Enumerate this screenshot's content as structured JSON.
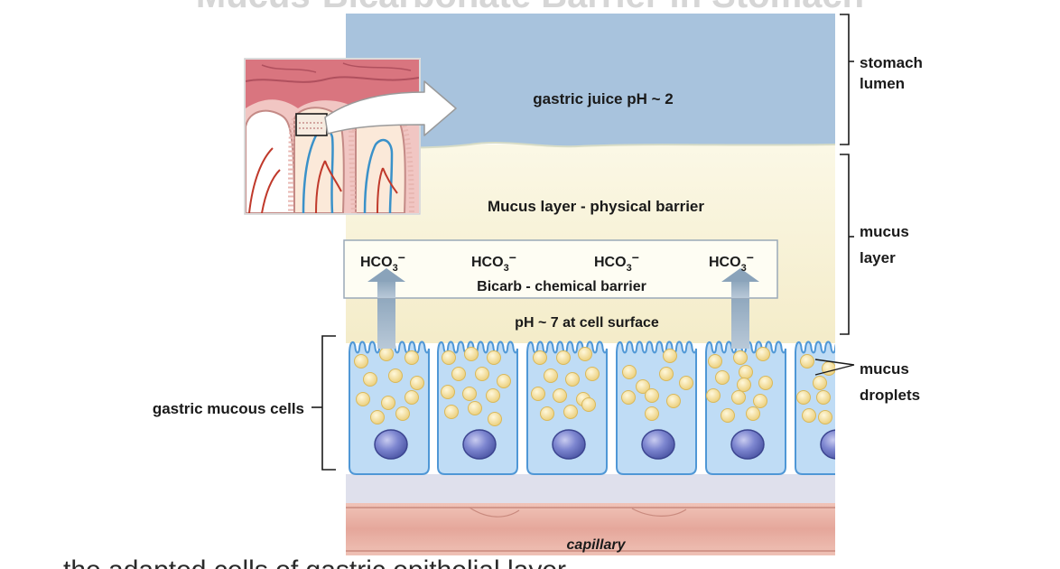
{
  "title": "Mucus-Bicarbonate Barrier in Stomach",
  "footer_text": "the adapted cells of gastric epithelial layer",
  "labels": {
    "gastric_juice": "gastric juice pH ~ 2",
    "mucus_layer": "Mucus layer - physical barrier",
    "bicarb": "Bicarb -  chemical barrier",
    "hco3": [
      "HCO",
      "HCO",
      "HCO",
      "HCO"
    ],
    "hco3_sub": "3",
    "hco3_charge": "−",
    "ph7": "pH ~  7 at cell surface",
    "capillary": "capillary",
    "stomach": "stomach",
    "lumen": "lumen",
    "mucus": "mucus",
    "layer": "layer",
    "mucus_droplets_1": "mucus",
    "mucus_droplets_2": "droplets",
    "gastric_mucous_cells": "gastric mucous cells"
  },
  "colors": {
    "lumen": "#a7c2dc",
    "mucus": "#f7f0d2",
    "cell_fill": "#bfdcf5",
    "cell_stroke": "#4f97d6",
    "droplet": "#f2d78a",
    "nucleus": "#6670c4",
    "capillary": "#e7a99e",
    "arrow": "#9fb4c9"
  }
}
